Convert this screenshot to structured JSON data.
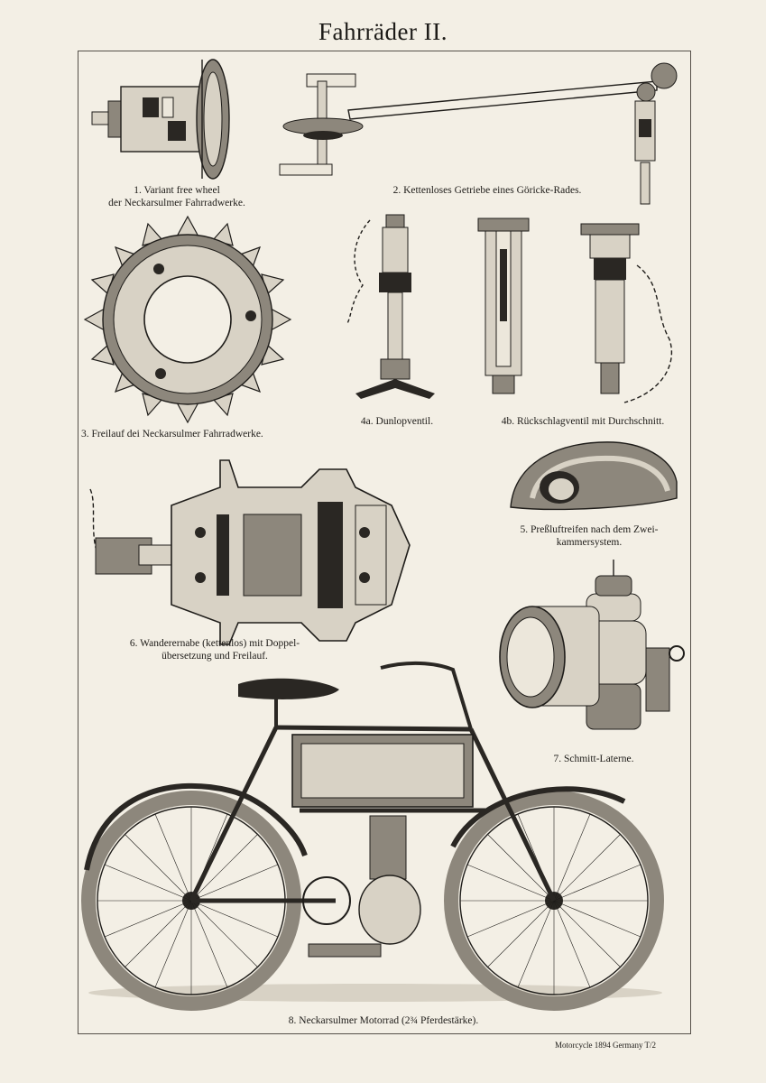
{
  "plate": {
    "title": "Fahrräder II.",
    "footer": "Motorcycle 1894 Germany  T/2"
  },
  "figures": [
    {
      "id": "1",
      "caption_lines": [
        "1. Variant free wheel",
        "der Neckarsulmer Fahrradwerke."
      ]
    },
    {
      "id": "2",
      "caption_lines": [
        "2. Kettenloses Getriebe eines Göricke-Rades."
      ]
    },
    {
      "id": "3",
      "caption_lines": [
        "3. Freilauf dei Neckarsulmer Fahrradwerke."
      ]
    },
    {
      "id": "4a",
      "caption_lines": [
        "4a. Dunlopventil."
      ]
    },
    {
      "id": "4b",
      "caption_lines": [
        "4b. Rückschlagventil mit Durchschnitt."
      ]
    },
    {
      "id": "5",
      "caption_lines": [
        "5. Preßluftreifen nach dem Zwei-",
        "kammersystem."
      ]
    },
    {
      "id": "6",
      "caption_lines": [
        "6. Wanderernabe (kettenlos) mit Doppel-",
        "übersetzung und Freilauf."
      ]
    },
    {
      "id": "7",
      "caption_lines": [
        "7. Schmitt-Laterne."
      ]
    },
    {
      "id": "8",
      "caption_lines": [
        "8. Neckarsulmer Motorrad (2¾ Pferdestärke)."
      ]
    }
  ]
}
